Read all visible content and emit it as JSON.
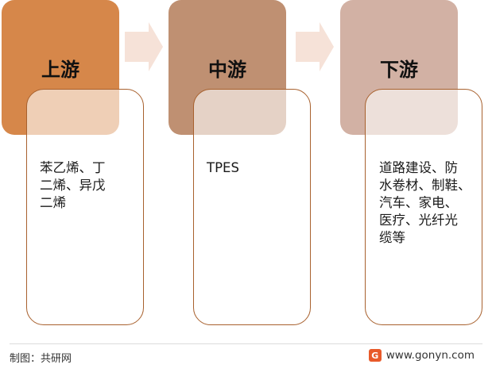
{
  "stages": [
    {
      "title": "上游",
      "color": "#d6874a",
      "description": "苯乙烯、丁\n二烯、异戊\n二烯"
    },
    {
      "title": "中游",
      "color": "#bf9072",
      "description": "TPES"
    },
    {
      "title": "下游",
      "color": "#d2b1a4",
      "description": "道路建设、防\n水卷材、制鞋、\n汽车、家电、\n医疗、光纤光\n缆等"
    }
  ],
  "footer": {
    "credit": "制图：共研网",
    "logo_glyph": "G",
    "site": "www.gonyn.com"
  }
}
